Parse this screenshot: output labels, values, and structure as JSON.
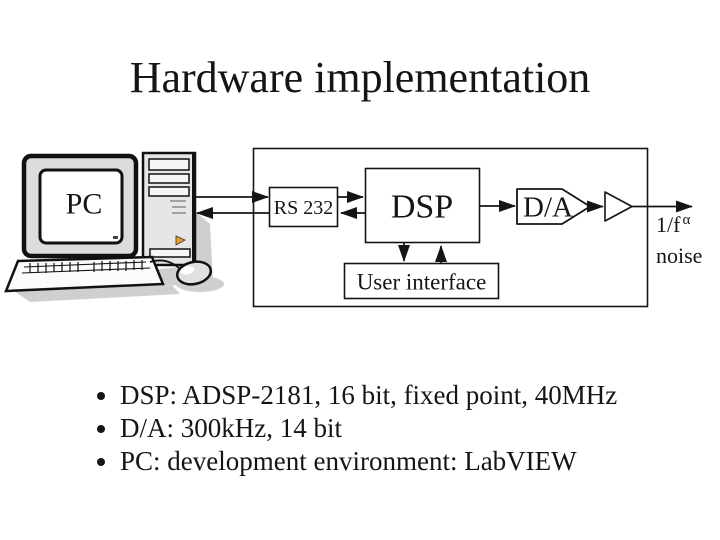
{
  "slide": {
    "title": "Hardware implementation"
  },
  "diagram": {
    "pc_label": "PC",
    "rs232_label": "RS 232",
    "dsp_label": "DSP",
    "da_label": "D/A",
    "user_interface_label": "User interface",
    "output_label": {
      "base": "1/f",
      "exponent": "α",
      "line2": "noise"
    }
  },
  "bullets": {
    "items": [
      "DSP: ADSP-2181, 16 bit, fixed point, 40MHz",
      "D/A: 300kHz, 14 bit",
      "PC: development environment: LabVIEW"
    ]
  },
  "colors": {
    "ink": "#151515",
    "monitor_gray": "#dcdcdc",
    "shadow_gray": "#cfcfcf",
    "accent_orange": "#e8a020"
  }
}
